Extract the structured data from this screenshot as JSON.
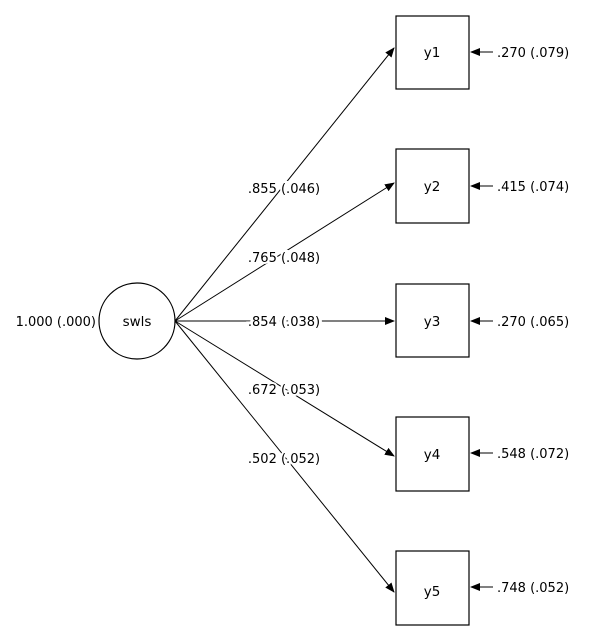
{
  "latent": {
    "name": "swls",
    "variance": "1.000 (.000)"
  },
  "indicators": [
    {
      "name": "y1",
      "loading": ".855 (.046)",
      "error": ".270 (.079)"
    },
    {
      "name": "y2",
      "loading": ".765 (.048)",
      "error": ".415 (.074)"
    },
    {
      "name": "y3",
      "loading": ".854 (.038)",
      "error": ".270 (.065)"
    },
    {
      "name": "y4",
      "loading": ".672 (.053)",
      "error": ".548 (.072)"
    },
    {
      "name": "y5",
      "loading": ".502 (.052)",
      "error": ".748 (.052)"
    }
  ]
}
